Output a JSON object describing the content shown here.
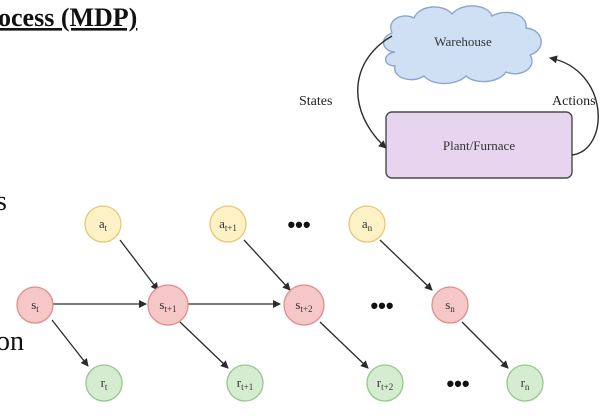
{
  "title_fragment": "ocess (MDP)",
  "left_text_fragments": [
    "s",
    "on"
  ],
  "loop": {
    "cloud_label": "Warehouse",
    "box_label": "Plant/Furnace",
    "left_label": "States",
    "right_label": "Actions",
    "colors": {
      "cloud_fill": "#cfe0f5",
      "cloud_stroke": "#8aa6cf",
      "box_fill": "#e7d4ee",
      "box_stroke": "#4a4a4a"
    }
  },
  "chain": {
    "ellipsis": "•••",
    "colors": {
      "action_fill": "#fdf1c6",
      "action_stroke": "#e7c878",
      "state_fill": "#f6c7c7",
      "state_stroke": "#e08e8e",
      "reward_fill": "#d6ecd1",
      "reward_stroke": "#94c98a"
    },
    "actions": [
      {
        "base": "a",
        "sub": "t"
      },
      {
        "base": "a",
        "sub": "t+1"
      },
      {
        "base": "a",
        "sub": "n"
      }
    ],
    "states": [
      {
        "base": "s",
        "sub": "t"
      },
      {
        "base": "s",
        "sub": "t+1"
      },
      {
        "base": "s",
        "sub": "t+2"
      },
      {
        "base": "s",
        "sub": "n"
      }
    ],
    "rewards": [
      {
        "base": "r",
        "sub": "t"
      },
      {
        "base": "r",
        "sub": "t+1"
      },
      {
        "base": "r",
        "sub": "t+2"
      },
      {
        "base": "r",
        "sub": "n"
      }
    ]
  }
}
